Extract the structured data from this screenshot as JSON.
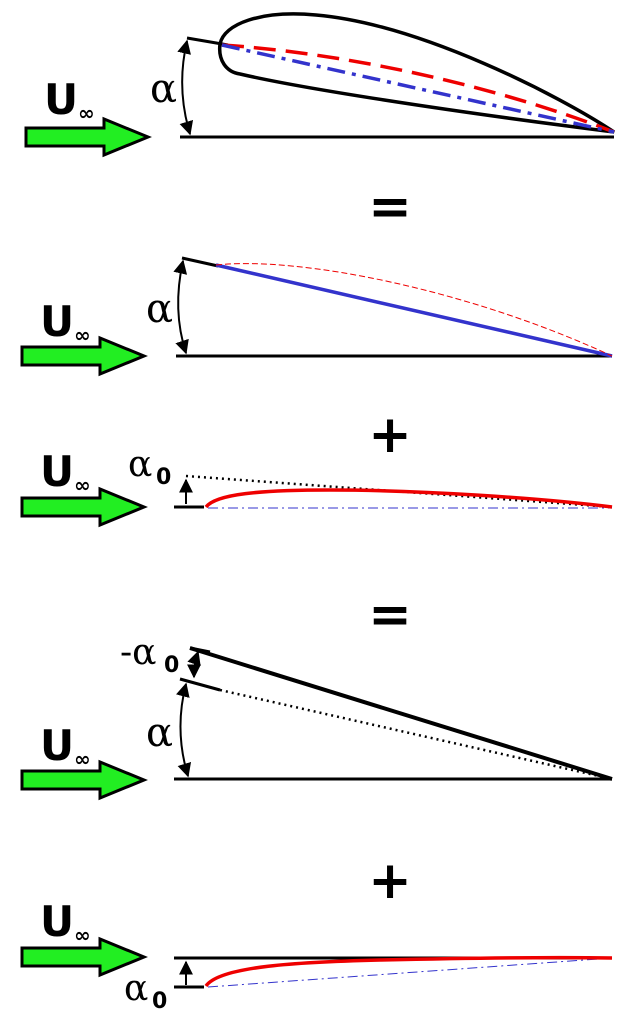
{
  "labels": {
    "freestream_U": "U",
    "freestream_sub": "∞",
    "alpha": "α",
    "alpha0_base": "α",
    "alpha0_sub": "0",
    "neg_alpha0_base": "-α",
    "neg_alpha0_sub": "0"
  },
  "operators": {
    "equals": "=",
    "plus": "+"
  },
  "colors": {
    "arrow_fill": "#22ee22",
    "arrow_stroke": "#000000",
    "camber_red": "#ee0000",
    "chord_blue": "#3333cc",
    "outline": "#000000"
  }
}
